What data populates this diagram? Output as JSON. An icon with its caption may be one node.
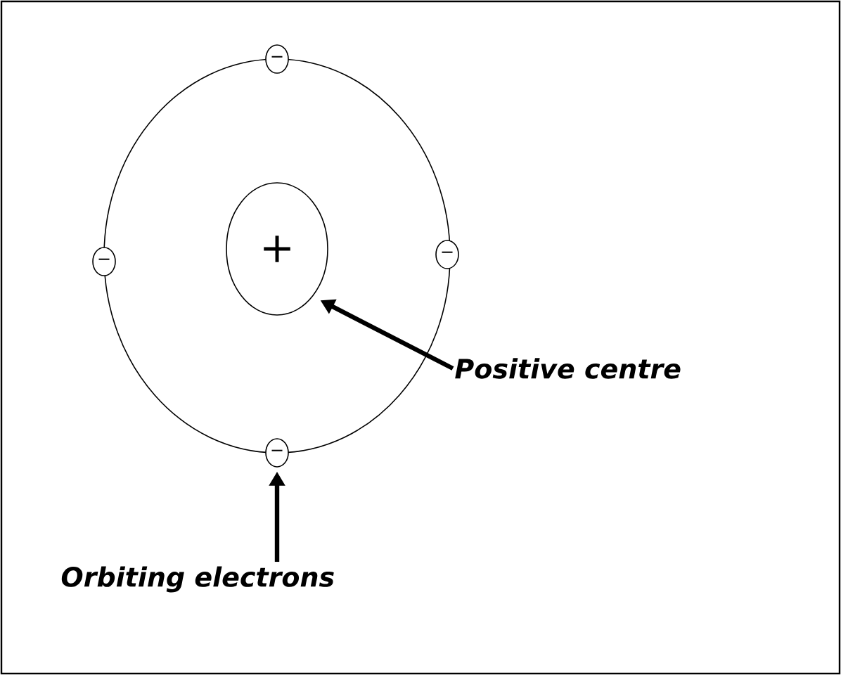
{
  "diagram": {
    "nodes": [
      {
        "text": [],
        "shape": "circle"
      },
      {
        "text": [
          "+"
        ],
        "in": 0
      },
      {
        "text": [
          "−"
        ]
      },
      {
        "text": [
          "−"
        ]
      },
      {
        "text": [
          "−"
        ]
      },
      {
        "text": [
          "−"
        ]
      },
      {
        "text": [
          "Positive centre"
        ]
      },
      {
        "text": [
          "Orbiting electrons"
        ]
      }
    ],
    "edges": [
      {
        "from": 6,
        "to": 1,
        "arrow": "to"
      },
      {
        "from": 7,
        "to": 5,
        "arrow": "to"
      }
    ]
  }
}
